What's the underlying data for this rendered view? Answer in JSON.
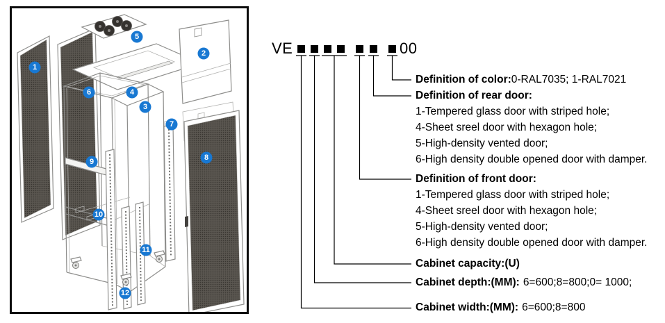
{
  "figure": {
    "callouts": [
      "1",
      "2",
      "3",
      "4",
      "5",
      "6",
      "7",
      "8",
      "9",
      "10",
      "11",
      "12"
    ]
  },
  "code": {
    "prefix": "VE",
    "suffix": "00"
  },
  "legend": {
    "color": {
      "title": "Definition of color:",
      "value": "0-RAL7035; 1-RAL7021"
    },
    "rear_door": {
      "title": "Definition of rear door:",
      "options": [
        "1-Tempered glass door with striped hole;",
        "4-Sheet sreel door with hexagon hole;",
        "5-High-density vented door;",
        "6-High density double opened door with damper."
      ]
    },
    "front_door": {
      "title": "Definition of front door:",
      "options": [
        "1-Tempered glass door with striped hole;",
        "4-Sheet sreel door with hexagon hole;",
        "5-High-density vented door;",
        "6-High density double opened door with damper."
      ]
    },
    "capacity": {
      "title": "Cabinet capacity:(U)"
    },
    "depth": {
      "title": "Cabinet depth:(MM):",
      "value": "6=600;8=800;0= 1000;"
    },
    "width": {
      "title": "Cabinet width:(MM):",
      "value": "6=600;8=800"
    }
  },
  "colors": {
    "badge_blue": "#1878d2"
  }
}
